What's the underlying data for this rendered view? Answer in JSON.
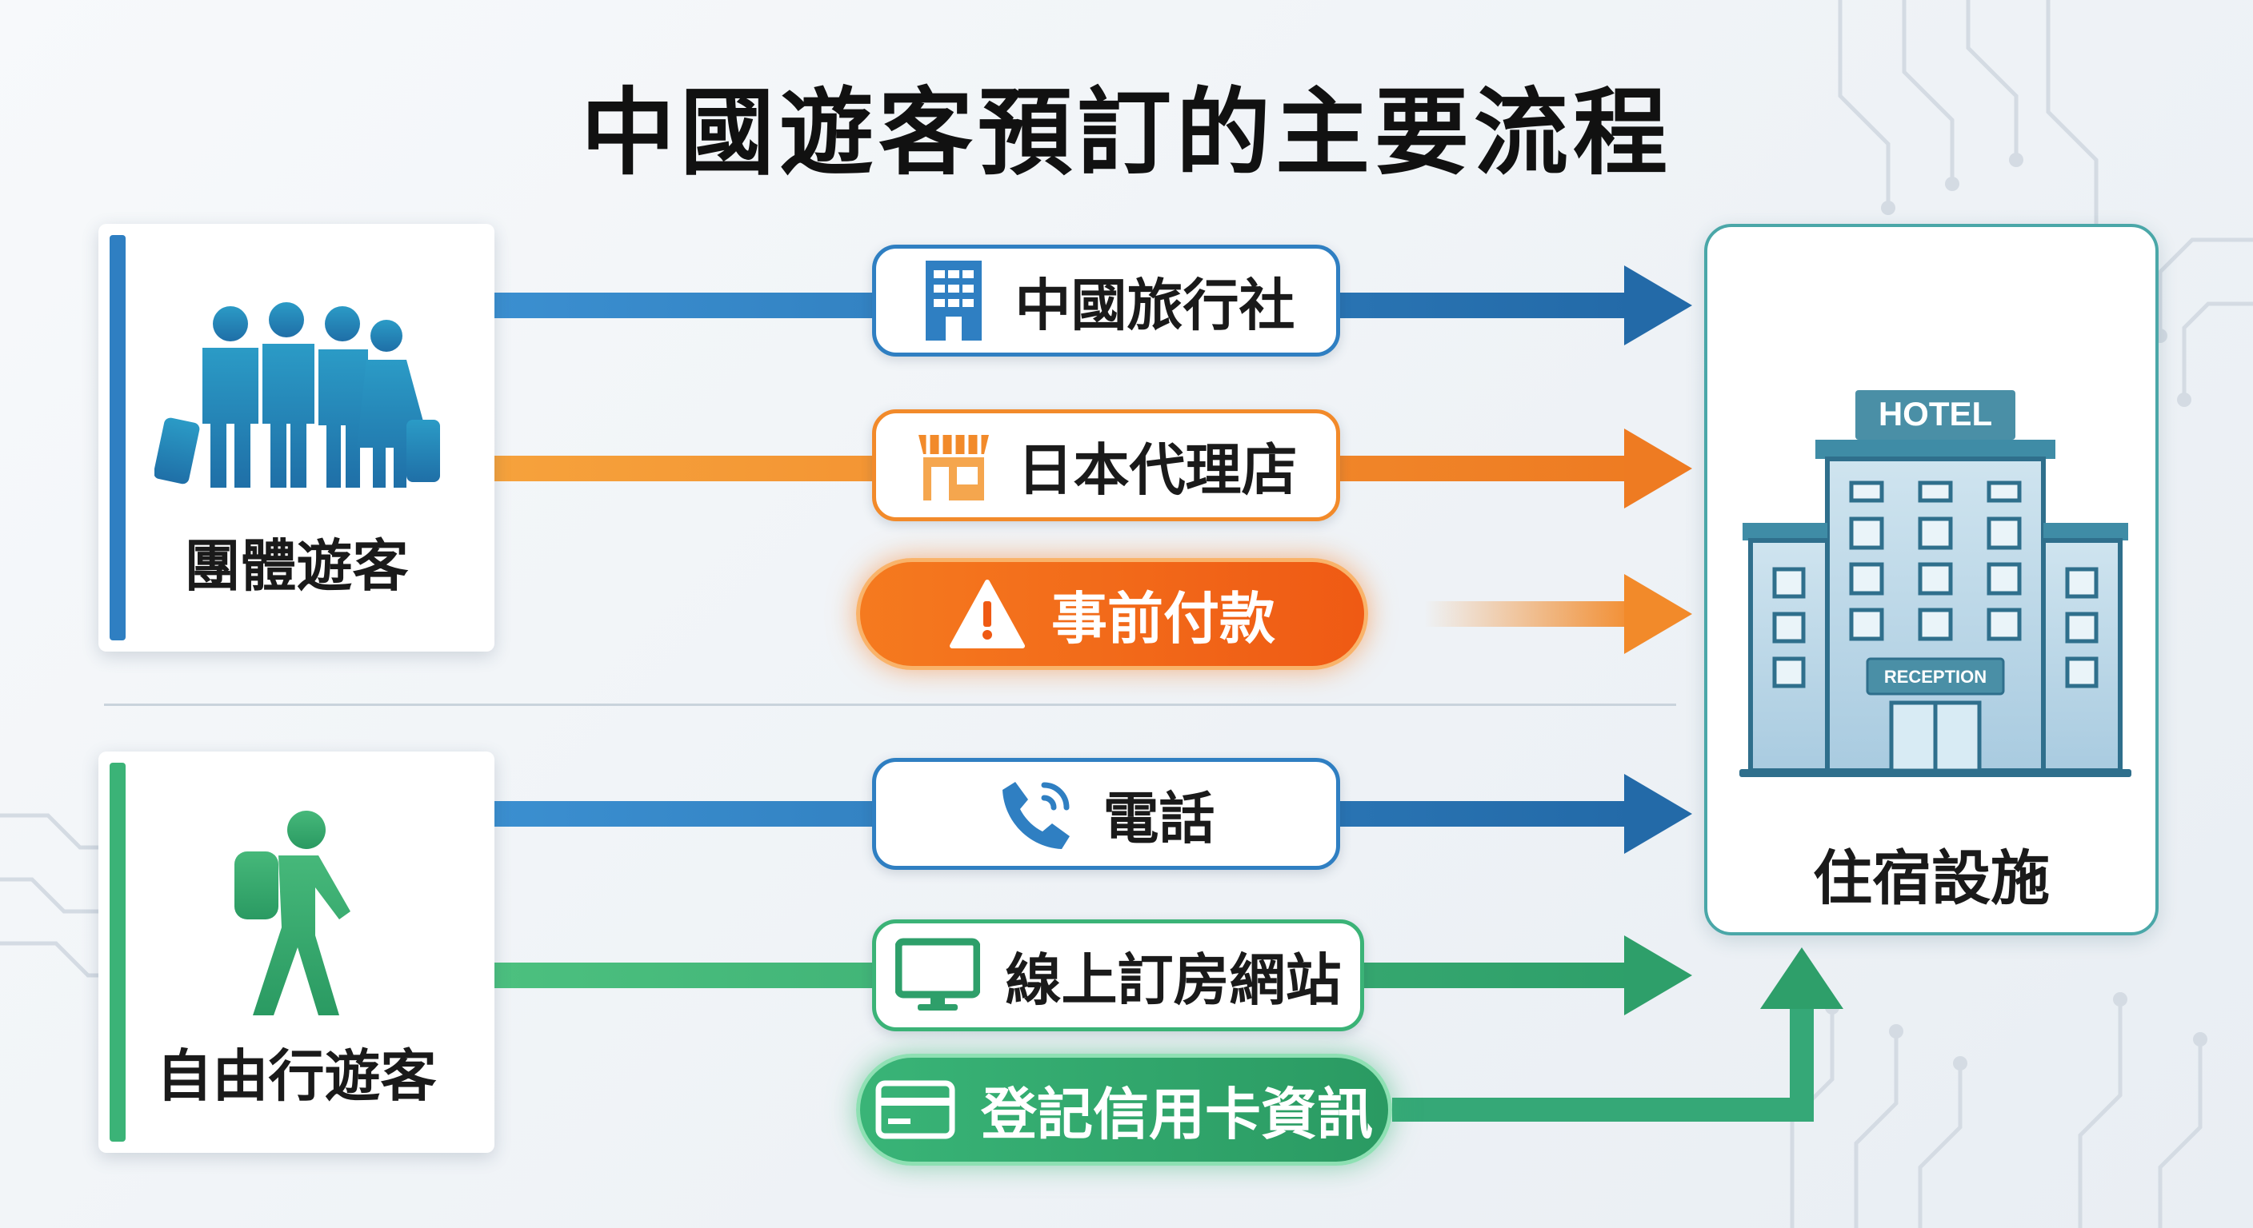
{
  "title": "中國遊客預訂的主要流程",
  "sources": {
    "group": {
      "label": "團體遊客",
      "icon": "tour-group-icon"
    },
    "independent": {
      "label": "自由行遊客",
      "icon": "backpacker-icon"
    }
  },
  "steps": {
    "travel_agency": {
      "label": "中國旅行社",
      "icon": "office-building-icon"
    },
    "japan_agent": {
      "label": "日本代理店",
      "icon": "storefront-icon"
    },
    "prepayment": {
      "label": "事前付款",
      "icon": "warning-icon"
    },
    "phone": {
      "label": "電話",
      "icon": "phone-icon"
    },
    "booking_site": {
      "label": "線上訂房網站",
      "icon": "monitor-icon"
    },
    "credit_card": {
      "label": "登記信用卡資訊",
      "icon": "credit-card-icon"
    }
  },
  "destination": {
    "label": "住宿設施",
    "icon": "hotel-icon",
    "sign_text": "HOTEL",
    "reception_text": "RECEPTION"
  },
  "colors": {
    "blue": "#2f7fc2",
    "orange": "#f28a2a",
    "green": "#3bb377",
    "teal": "#4aa7a8"
  }
}
